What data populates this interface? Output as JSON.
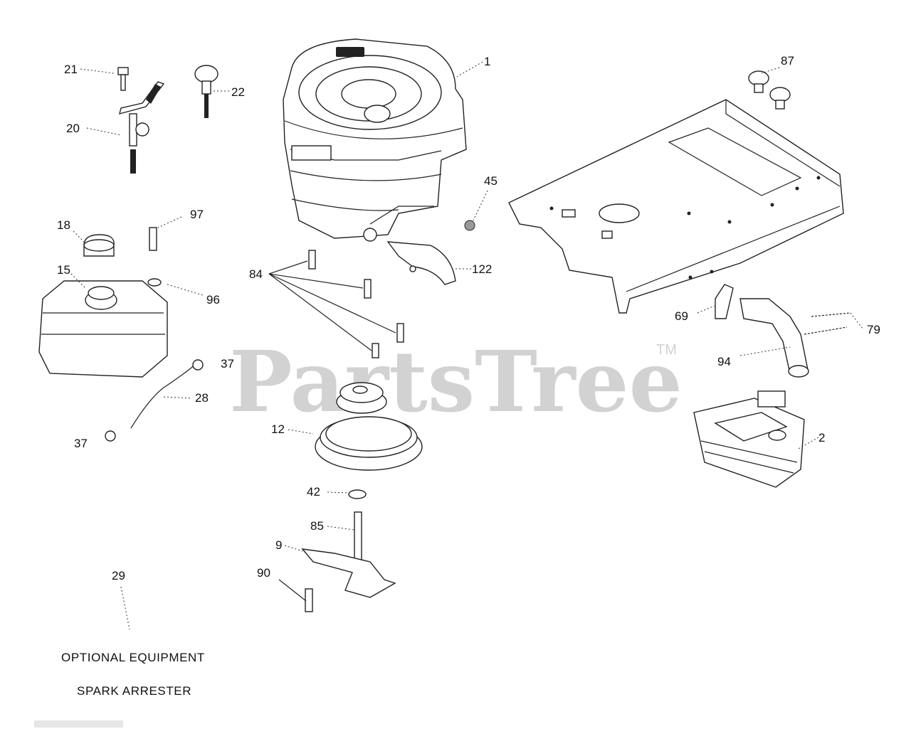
{
  "watermark": {
    "brand": "PartsTree",
    "tm": "TM"
  },
  "captions": {
    "optional": "OPTIONAL EQUIPMENT",
    "spark": "SPARK ARRESTER"
  },
  "callouts": {
    "c1": "1",
    "c87": "87",
    "c21": "21",
    "c22": "22",
    "c20": "20",
    "c45": "45",
    "c18": "18",
    "c97": "97",
    "c15": "15",
    "c84": "84",
    "c122": "122",
    "c96": "96",
    "c69": "69",
    "c79": "79",
    "c94": "94",
    "c37a": "37",
    "c28": "28",
    "c37b": "37",
    "c12": "12",
    "c2": "2",
    "c42": "42",
    "c85": "85",
    "c9": "9",
    "c29": "29",
    "c90": "90"
  }
}
